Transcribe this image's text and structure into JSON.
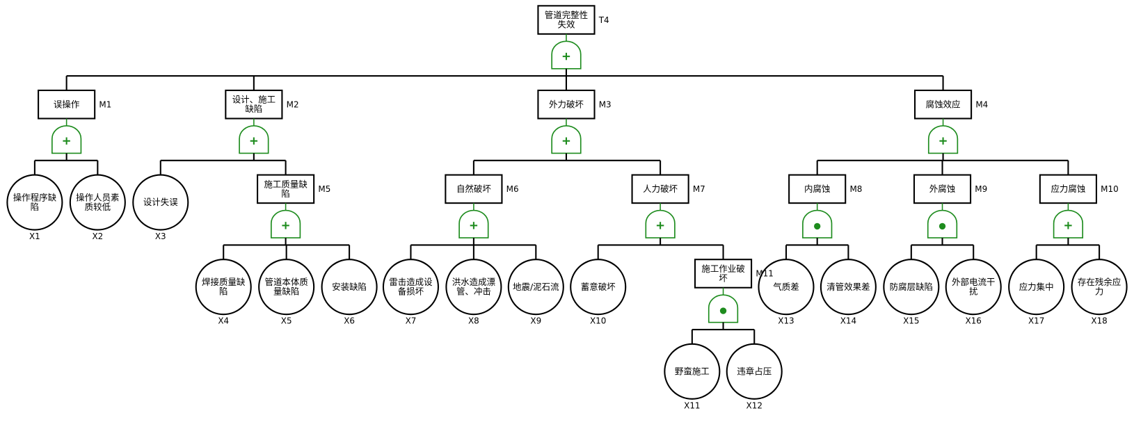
{
  "colors": {
    "gate": "#1e8c1e",
    "line": "#000000",
    "background": "#ffffff"
  },
  "gate_types": {
    "or": "plus-symbol",
    "and": "dot-symbol"
  },
  "nodes": [
    {
      "id": "T4",
      "kind": "event",
      "lines": [
        "管道完整性",
        "失效"
      ],
      "gate": "or",
      "children": [
        "M1",
        "M2",
        "M3",
        "M4"
      ]
    },
    {
      "id": "M1",
      "kind": "event",
      "lines": [
        "误操作"
      ],
      "gate": "or",
      "children": [
        "X1",
        "X2"
      ]
    },
    {
      "id": "M2",
      "kind": "event",
      "lines": [
        "设计、施工",
        "缺陷"
      ],
      "gate": "or",
      "children": [
        "X3",
        "M5"
      ]
    },
    {
      "id": "M3",
      "kind": "event",
      "lines": [
        "外力破坏"
      ],
      "gate": "or",
      "children": [
        "M6",
        "M7"
      ]
    },
    {
      "id": "M4",
      "kind": "event",
      "lines": [
        "腐蚀效应"
      ],
      "gate": "or",
      "children": [
        "M8",
        "M9",
        "M10"
      ]
    },
    {
      "id": "M5",
      "kind": "event",
      "lines": [
        "施工质量缺",
        "陷"
      ],
      "gate": "or",
      "children": [
        "X4",
        "X5",
        "X6"
      ]
    },
    {
      "id": "M6",
      "kind": "event",
      "lines": [
        "自然破坏"
      ],
      "gate": "or",
      "children": [
        "X7",
        "X8",
        "X9"
      ]
    },
    {
      "id": "M7",
      "kind": "event",
      "lines": [
        "人力破坏"
      ],
      "gate": "or",
      "children": [
        "X10",
        "M11"
      ]
    },
    {
      "id": "M11",
      "kind": "event",
      "lines": [
        "施工作业破",
        "坏"
      ],
      "gate": "and",
      "children": [
        "X11",
        "X12"
      ]
    },
    {
      "id": "M8",
      "kind": "event",
      "lines": [
        "内腐蚀"
      ],
      "gate": "and",
      "children": [
        "X13",
        "X14"
      ]
    },
    {
      "id": "M9",
      "kind": "event",
      "lines": [
        "外腐蚀"
      ],
      "gate": "and",
      "children": [
        "X15",
        "X16"
      ]
    },
    {
      "id": "M10",
      "kind": "event",
      "lines": [
        "应力腐蚀"
      ],
      "gate": "or",
      "children": [
        "X17",
        "X18"
      ]
    },
    {
      "id": "X1",
      "kind": "basic",
      "lines": [
        "操作程序缺",
        "陷"
      ]
    },
    {
      "id": "X2",
      "kind": "basic",
      "lines": [
        "操作人员素",
        "质较低"
      ]
    },
    {
      "id": "X3",
      "kind": "basic",
      "lines": [
        "设计失误"
      ]
    },
    {
      "id": "X4",
      "kind": "basic",
      "lines": [
        "焊接质量缺",
        "陷"
      ]
    },
    {
      "id": "X5",
      "kind": "basic",
      "lines": [
        "管道本体质",
        "量缺陷"
      ]
    },
    {
      "id": "X6",
      "kind": "basic",
      "lines": [
        "安装缺陷"
      ]
    },
    {
      "id": "X7",
      "kind": "basic",
      "lines": [
        "雷击造成设",
        "备损坏"
      ]
    },
    {
      "id": "X8",
      "kind": "basic",
      "lines": [
        "洪水造成漂",
        "管、冲击"
      ]
    },
    {
      "id": "X9",
      "kind": "basic",
      "lines": [
        "地震/泥石流"
      ]
    },
    {
      "id": "X10",
      "kind": "basic",
      "lines": [
        "蓄意破坏"
      ]
    },
    {
      "id": "X11",
      "kind": "basic",
      "lines": [
        "野蛮施工"
      ]
    },
    {
      "id": "X12",
      "kind": "basic",
      "lines": [
        "违章占压"
      ]
    },
    {
      "id": "X13",
      "kind": "basic",
      "lines": [
        "气质差"
      ]
    },
    {
      "id": "X14",
      "kind": "basic",
      "lines": [
        "清管效果差"
      ]
    },
    {
      "id": "X15",
      "kind": "basic",
      "lines": [
        "防腐层缺陷"
      ]
    },
    {
      "id": "X16",
      "kind": "basic",
      "lines": [
        "外部电流干",
        "扰"
      ]
    },
    {
      "id": "X17",
      "kind": "basic",
      "lines": [
        "应力集中"
      ]
    },
    {
      "id": "X18",
      "kind": "basic",
      "lines": [
        "存在残余应",
        "力"
      ]
    }
  ]
}
